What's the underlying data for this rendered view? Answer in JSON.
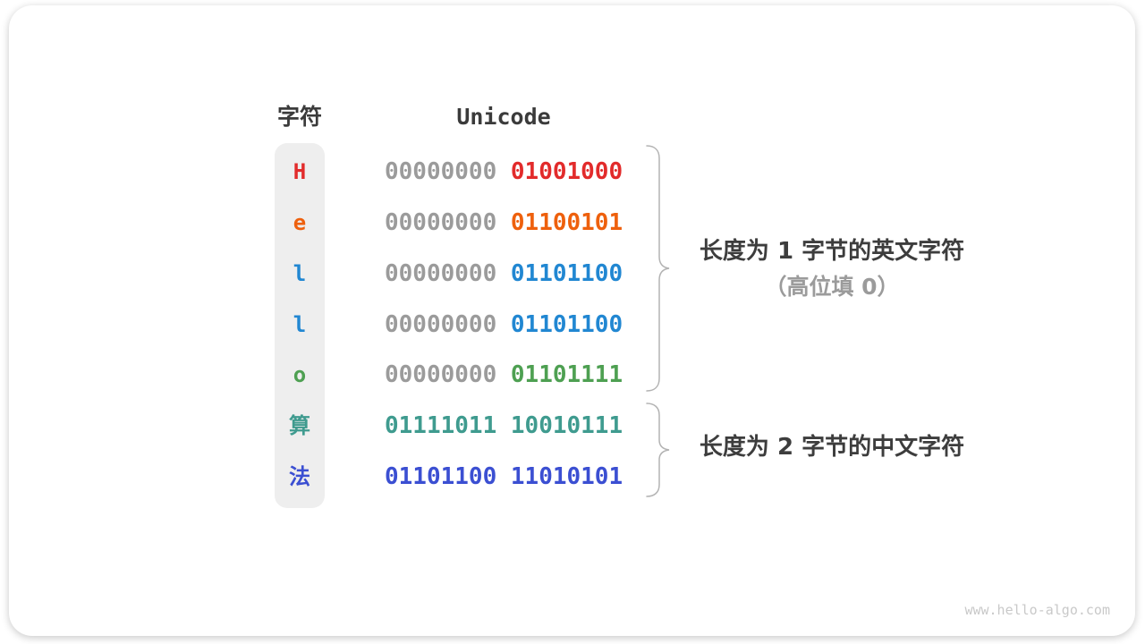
{
  "header": {
    "char_column": "字符",
    "unicode_column": "Unicode"
  },
  "rows": [
    {
      "char": "H",
      "char_color": "#e22b2b",
      "byte1": "00000000",
      "byte1_color": "#9b9b9b",
      "byte2": "01001000",
      "byte2_color": "#e22b2b"
    },
    {
      "char": "e",
      "char_color": "#ee600d",
      "byte1": "00000000",
      "byte1_color": "#9b9b9b",
      "byte2": "01100101",
      "byte2_color": "#ee600d"
    },
    {
      "char": "l",
      "char_color": "#2187d2",
      "byte1": "00000000",
      "byte1_color": "#9b9b9b",
      "byte2": "01101100",
      "byte2_color": "#2187d2"
    },
    {
      "char": "l",
      "char_color": "#2187d2",
      "byte1": "00000000",
      "byte1_color": "#9b9b9b",
      "byte2": "01101100",
      "byte2_color": "#2187d2"
    },
    {
      "char": "o",
      "char_color": "#4ea052",
      "byte1": "00000000",
      "byte1_color": "#9b9b9b",
      "byte2": "01101111",
      "byte2_color": "#4ea052"
    },
    {
      "char": "算",
      "char_color": "#3f9b8f",
      "byte1": "01111011",
      "byte1_color": "#3f9b8f",
      "byte2": "10010111",
      "byte2_color": "#3f9b8f"
    },
    {
      "char": "法",
      "char_color": "#3b4fd2",
      "byte1": "01101100",
      "byte1_color": "#3b4fd2",
      "byte2": "11010101",
      "byte2_color": "#3b4fd2"
    }
  ],
  "annotations": {
    "english_line1": "长度为 1 字节的英文字符",
    "english_line2": "（高位填 0）",
    "chinese_line1": "长度为 2 字节的中文字符"
  },
  "watermark": "www.hello-algo.com",
  "colors": {
    "gray_bits": "#9b9b9b",
    "column_bg": "#eeeeee",
    "brace": "#b3b3b3",
    "annotation_dark": "#3d3d3d",
    "annotation_gray": "#9b9b9b"
  }
}
